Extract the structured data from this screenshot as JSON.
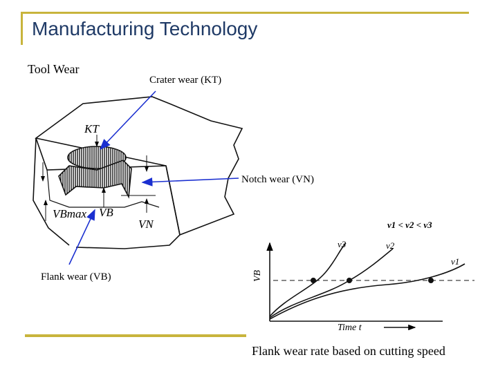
{
  "slide": {
    "title": "Manufacturing Technology",
    "subtitle": "Tool Wear",
    "caption": "Flank wear rate based on cutting speed"
  },
  "callouts": {
    "crater": "Crater wear (KT)",
    "notch": "Notch wear (VN)",
    "flank": "Flank wear (VB)"
  },
  "tool_figure": {
    "labels": {
      "kt": "KT",
      "vb_max": "VBmax",
      "vb": "VB",
      "vn": "VN"
    }
  },
  "graph": {
    "y_label": "VB",
    "x_label": "Time t",
    "legend": "v1 < v2 < v3",
    "curves": [
      "v3",
      "v2",
      "v1"
    ]
  },
  "colors": {
    "title": "#1f3a66",
    "accent": "#c8b43c",
    "arrow": "#1a2fd0"
  }
}
